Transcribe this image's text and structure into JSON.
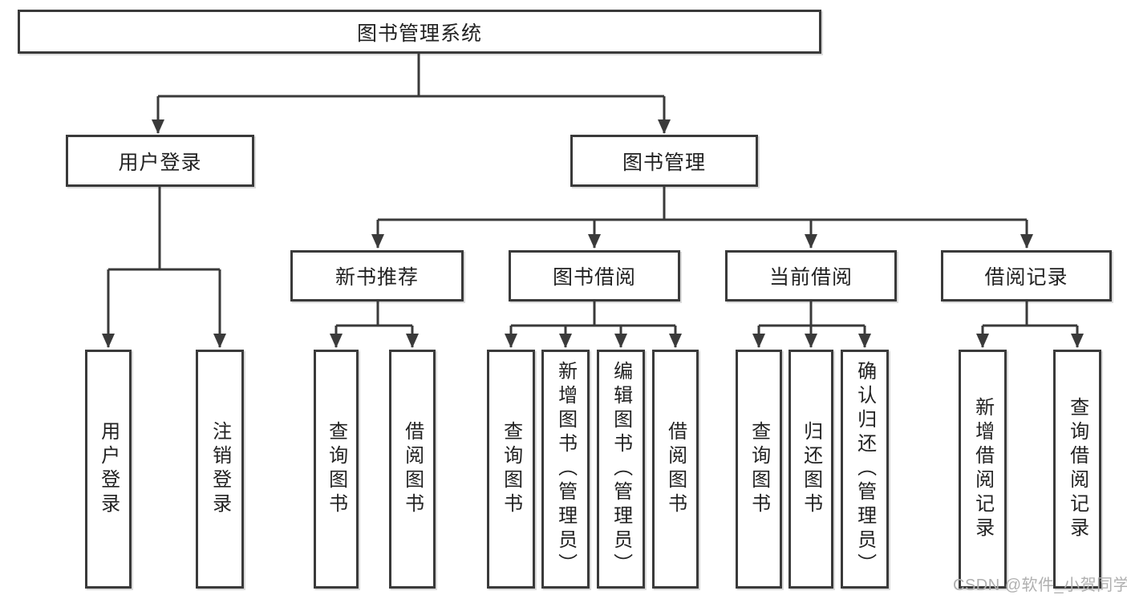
{
  "tree": {
    "root": {
      "label": "图书管理系统",
      "children": [
        {
          "label": "用户登录",
          "children": [
            {
              "label": "用户登录"
            },
            {
              "label": "注销登录"
            }
          ]
        },
        {
          "label": "图书管理",
          "children": [
            {
              "label": "新书推荐",
              "children": [
                {
                  "label": "查询图书"
                },
                {
                  "label": "借阅图书"
                }
              ]
            },
            {
              "label": "图书借阅",
              "children": [
                {
                  "label": "查询图书"
                },
                {
                  "label": "新增图书（管理员）"
                },
                {
                  "label": "编辑图书（管理员）"
                },
                {
                  "label": "借阅图书"
                }
              ]
            },
            {
              "label": "当前借阅",
              "children": [
                {
                  "label": "查询图书"
                },
                {
                  "label": "归还图书"
                },
                {
                  "label": "确认归还（管理员）"
                }
              ]
            },
            {
              "label": "借阅记录",
              "children": [
                {
                  "label": "新增借阅记录"
                },
                {
                  "label": "查询借阅记录"
                }
              ]
            }
          ]
        }
      ]
    }
  },
  "watermark": {
    "text": "CSDN @软件_小贺同学"
  },
  "colors": {
    "line": "#3a3a3a",
    "box_border": "#3a3a3a",
    "box_fill": "#ffffff",
    "text": "#222222",
    "watermark": "#b0b0b0",
    "background": "#ffffff"
  }
}
